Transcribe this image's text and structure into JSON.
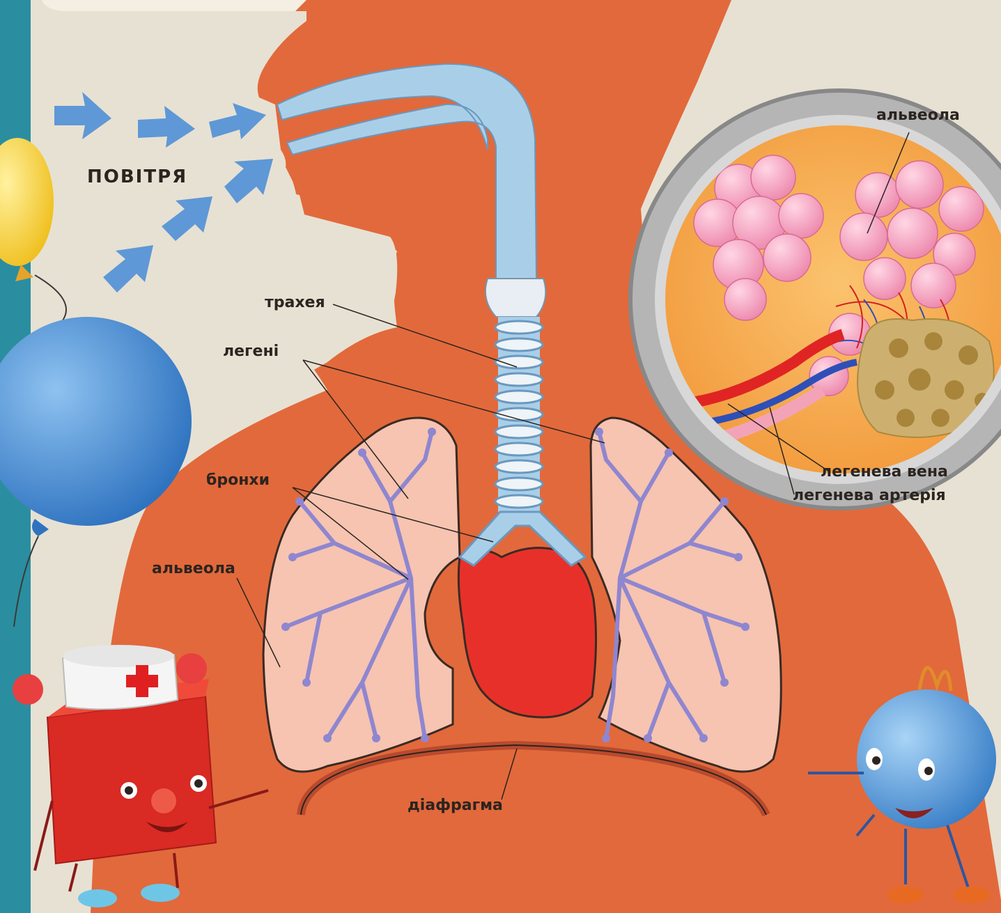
{
  "labels": {
    "air": "ПОВІТРЯ",
    "trachea": "трахея",
    "lungs": "легені",
    "bronchi": "бронхи",
    "alveolus_left": "альвеола",
    "diaphragm": "діафрагма",
    "alveolus_zoom": "альвеола",
    "pulmonary_vein": "легенева вена",
    "pulmonary_artery": "легенева артерія"
  },
  "colors": {
    "background": "#e7e1d3",
    "body": "#e2693b",
    "airway": "#a9cfe8",
    "lung": "#f6c4b0",
    "bronchi": "#8f86d0",
    "heart": "#e8302a",
    "arrow": "#5e98d6",
    "magnifier_rim": "#b5b5b5",
    "zoom_fill": "#f7a84e",
    "alveoli": "#f39ab8"
  }
}
